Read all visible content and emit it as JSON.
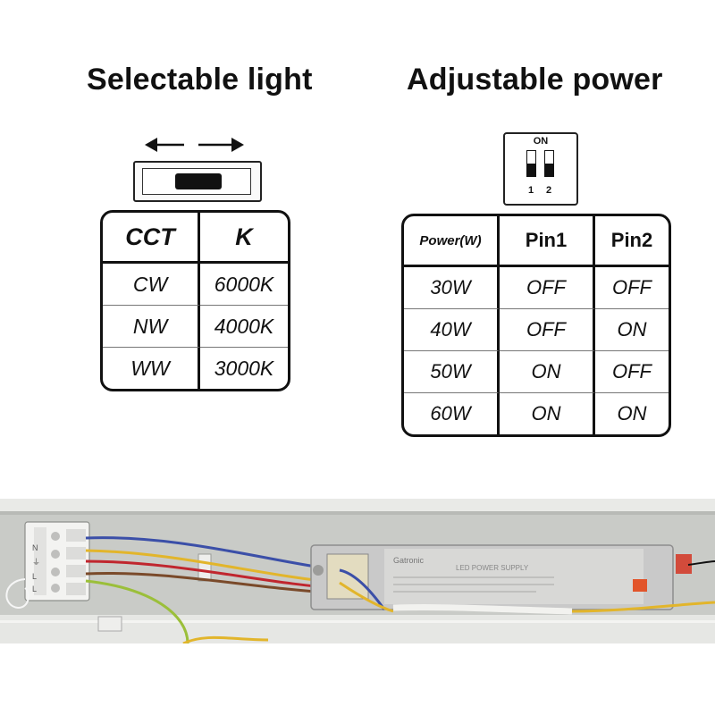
{
  "headings": {
    "left": "Selectable light",
    "right": "Adjustable power"
  },
  "dip_switch": {
    "on_label": "ON",
    "pin_labels": [
      "1",
      "2"
    ]
  },
  "cct_table": {
    "headers": [
      "CCT",
      "K"
    ],
    "rows": [
      [
        "CW",
        "6000K"
      ],
      [
        "NW",
        "4000K"
      ],
      [
        "WW",
        "3000K"
      ]
    ]
  },
  "power_table": {
    "headers": [
      "Power(W)",
      "Pin1",
      "Pin2"
    ],
    "rows": [
      [
        "30W",
        "OFF",
        "OFF"
      ],
      [
        "40W",
        "OFF",
        "ON"
      ],
      [
        "50W",
        "ON",
        "OFF"
      ],
      [
        "60W",
        "ON",
        "ON"
      ]
    ]
  },
  "photo": {
    "driver_brand": "Gatronic",
    "driver_label": "LED POWER SUPPLY",
    "terminal_labels": [
      "N",
      "⏚",
      "L",
      "L"
    ]
  },
  "colors": {
    "ink": "#111111",
    "housing": "#d9dbd8",
    "driver_body": "#c9c9c9",
    "wire_blue": "#3b4fa8",
    "wire_red": "#c0262e",
    "wire_yellow": "#e2b52b",
    "wire_green_yellow": "#9bbf3a",
    "wire_brown": "#7a4a2a",
    "switch_orange": "#e2542a"
  }
}
